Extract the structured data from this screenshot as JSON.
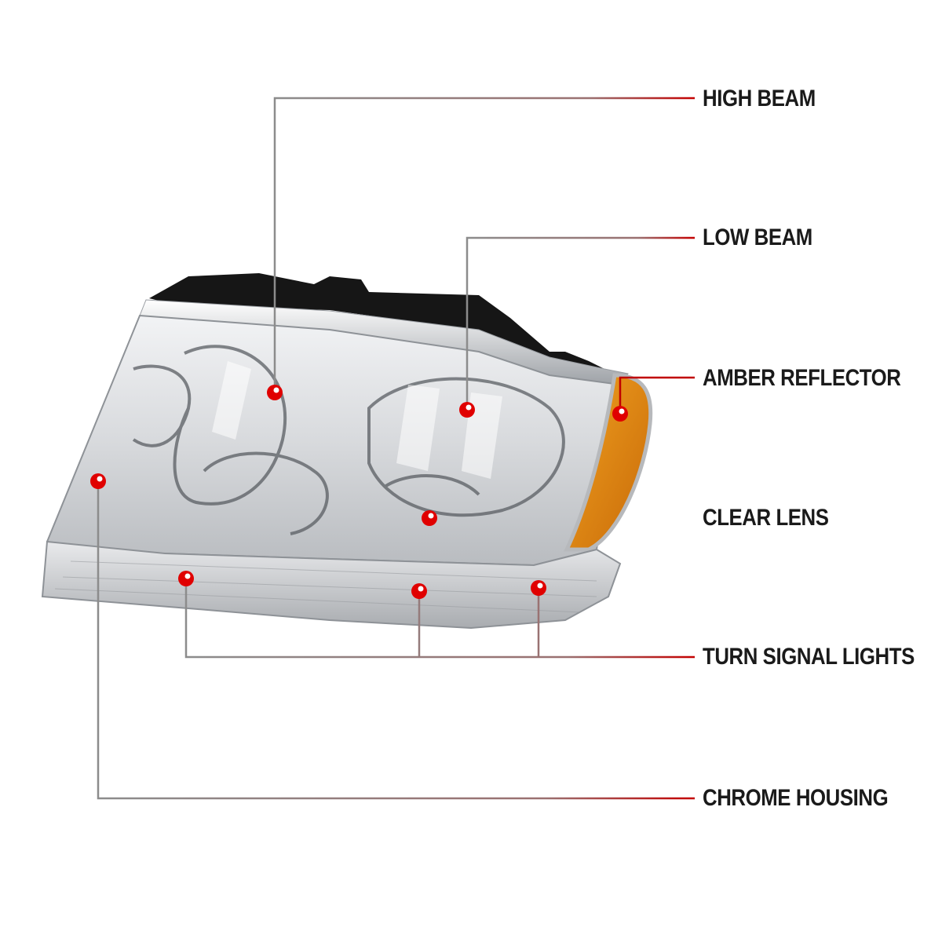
{
  "callouts": {
    "high_beam": "HIGH BEAM",
    "low_beam": "LOW BEAM",
    "amber_reflector": "AMBER REFLECTOR",
    "clear_lens": "CLEAR LENS",
    "turn_signal_lights": "TURN SIGNAL LIGHTS",
    "chrome_housing": "CHROME HOUSING"
  },
  "colors": {
    "marker": "#e00000",
    "leader_line": "#8a8a8a",
    "leader_accent": "#c00000",
    "amber": "#e08a10"
  }
}
